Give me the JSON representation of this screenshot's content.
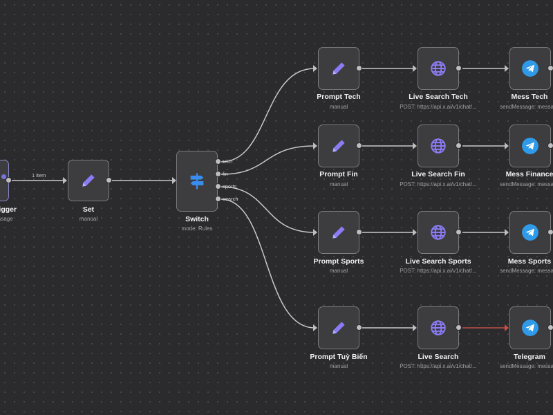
{
  "nodes": {
    "trigger": {
      "title": "…igger",
      "subtitle": "…ssage",
      "icon": "trigger-icon"
    },
    "set": {
      "title": "Set",
      "subtitle": "manual",
      "icon": "pencil-icon"
    },
    "switch": {
      "title": "Switch",
      "subtitle": "mode: Rules",
      "icon": "signpost-icon",
      "outputs": [
        "tech",
        "fin",
        "sports",
        "search"
      ]
    },
    "rows": [
      {
        "prompt": {
          "title": "Prompt Tech",
          "subtitle": "manual",
          "icon": "pencil-icon"
        },
        "search": {
          "title": "Live Search Tech",
          "subtitle": "POST: https://api.x.ai/v1/chat/...",
          "icon": "globe-icon"
        },
        "send": {
          "title": "Mess Tech",
          "subtitle": "sendMessage: messa",
          "icon": "telegram-icon"
        }
      },
      {
        "prompt": {
          "title": "Prompt Fin",
          "subtitle": "manual",
          "icon": "pencil-icon"
        },
        "search": {
          "title": "Live Search Fin",
          "subtitle": "POST: https://api.x.ai/v1/chat/...",
          "icon": "globe-icon"
        },
        "send": {
          "title": "Mess Finance",
          "subtitle": "sendMessage: messa",
          "icon": "telegram-icon"
        }
      },
      {
        "prompt": {
          "title": "Prompt Sports",
          "subtitle": "manual",
          "icon": "pencil-icon"
        },
        "search": {
          "title": "Live Search Sports",
          "subtitle": "POST: https://api.x.ai/v1/chat/...",
          "icon": "globe-icon"
        },
        "send": {
          "title": "Mess Sports",
          "subtitle": "sendMessage: messa",
          "icon": "telegram-icon"
        }
      },
      {
        "prompt": {
          "title": "Prompt Tuỳ Biến",
          "subtitle": "manual",
          "icon": "pencil-icon"
        },
        "search": {
          "title": "Live Search",
          "subtitle": "POST: https://api.x.ai/v1/chat/...",
          "icon": "globe-icon"
        },
        "send": {
          "title": "Telegram",
          "subtitle": "sendMessage: messa",
          "icon": "telegram-icon"
        }
      }
    ]
  },
  "edge_label": "1 item",
  "colors": {
    "canvas_bg": "#2b2b2d",
    "node_bg": "#3d3d40",
    "node_border": "#7b7b80",
    "connection": "#c9c9cd",
    "connection_error": "#c0504a",
    "icon_purple": "#8b7cf6",
    "icon_blue": "#3a8df0",
    "telegram_blue": "#2f9ae8"
  }
}
